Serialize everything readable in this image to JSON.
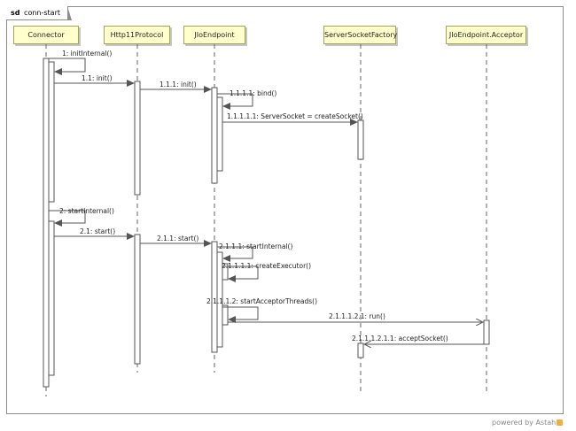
{
  "frame": {
    "keyword": "sd",
    "name": "conn-start"
  },
  "footer": {
    "powered_by": "powered by Astah"
  },
  "lifelines": [
    {
      "id": "connector",
      "label": "Connector"
    },
    {
      "id": "http11",
      "label": "Http11Protocol"
    },
    {
      "id": "jio",
      "label": "JIoEndpoint"
    },
    {
      "id": "ssf",
      "label": "ServerSocketFactory"
    },
    {
      "id": "acceptor",
      "label": "JIoEndpoint.Acceptor"
    }
  ],
  "messages": [
    {
      "label": "1: initInternal()"
    },
    {
      "label": "1.1: init()"
    },
    {
      "label": "1.1.1: init()"
    },
    {
      "label": "1.1.1.1: bind()"
    },
    {
      "label": "1.1.1.1.1: ServerSocket = createSocket()"
    },
    {
      "label": "2: startInternal()"
    },
    {
      "label": "2.1: start()"
    },
    {
      "label": "2.1.1: start()"
    },
    {
      "label": "2.1.1.1: startInternal()"
    },
    {
      "label": "2.1.1.1.1: createExecutor()"
    },
    {
      "label": "2.1.1.1.2: startAcceptorThreads()"
    },
    {
      "label": "2.1.1.1.2.1: run()"
    },
    {
      "label": "2.1.1.1.2.1.1: acceptSocket()"
    }
  ]
}
